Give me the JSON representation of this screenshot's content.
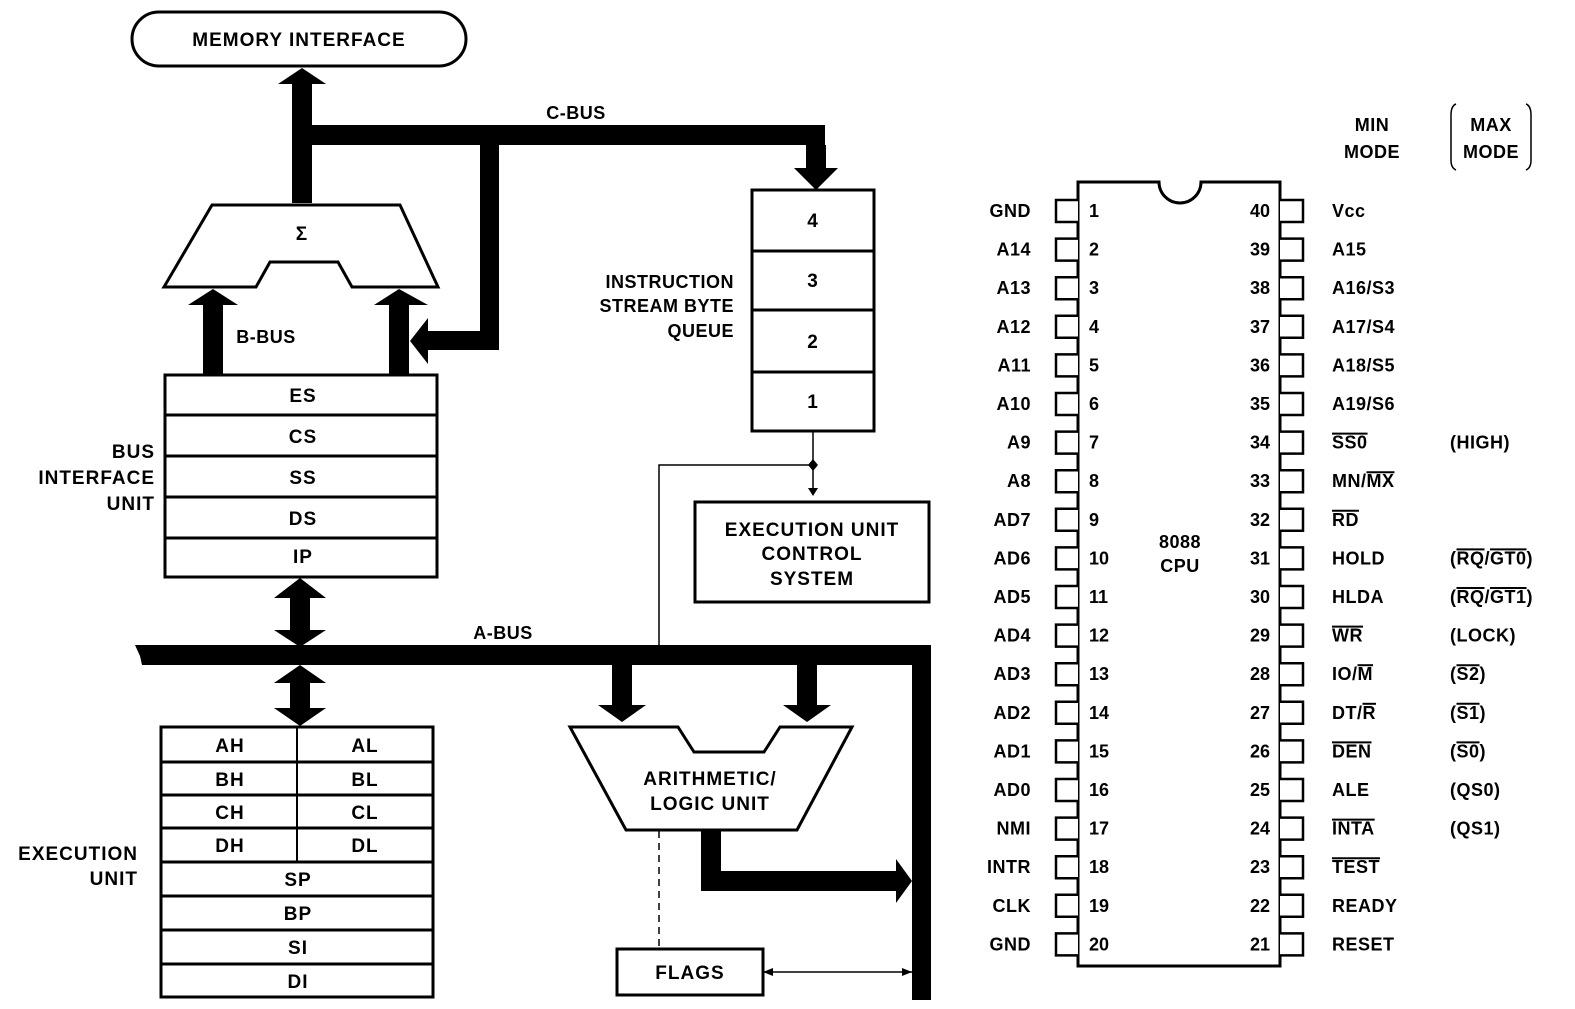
{
  "block_diagram": {
    "memory_interface": "MEMORY INTERFACE",
    "c_bus": "C-BUS",
    "b_bus": "B-BUS",
    "a_bus": "A-BUS",
    "adder_symbol": "Σ",
    "biu_label": [
      "BUS",
      "INTERFACE",
      "UNIT"
    ],
    "biu_registers": [
      "ES",
      "CS",
      "SS",
      "DS",
      "IP"
    ],
    "queue_label": [
      "INSTRUCTION",
      "STREAM BYTE",
      "QUEUE"
    ],
    "queue_slots": [
      "4",
      "3",
      "2",
      "1"
    ],
    "eu_control": [
      "EXECUTION UNIT",
      "CONTROL",
      "SYSTEM"
    ],
    "eu_label": [
      "EXECUTION",
      "UNIT"
    ],
    "eu_split_registers": [
      [
        "AH",
        "AL"
      ],
      [
        "BH",
        "BL"
      ],
      [
        "CH",
        "CL"
      ],
      [
        "DH",
        "DL"
      ]
    ],
    "eu_full_registers": [
      "SP",
      "BP",
      "SI",
      "DI"
    ],
    "alu": [
      "ARITHMETIC/",
      "LOGIC UNIT"
    ],
    "flags": "FLAGS"
  },
  "pinout": {
    "chip_label": [
      "8088",
      "CPU"
    ],
    "header_min": [
      "MIN",
      "MODE"
    ],
    "header_max": [
      "MAX",
      "MODE"
    ],
    "left_pins": [
      {
        "num": "1",
        "name": "GND"
      },
      {
        "num": "2",
        "name": "A14"
      },
      {
        "num": "3",
        "name": "A13"
      },
      {
        "num": "4",
        "name": "A12"
      },
      {
        "num": "5",
        "name": "A11"
      },
      {
        "num": "6",
        "name": "A10"
      },
      {
        "num": "7",
        "name": "A9"
      },
      {
        "num": "8",
        "name": "A8"
      },
      {
        "num": "9",
        "name": "AD7"
      },
      {
        "num": "10",
        "name": "AD6"
      },
      {
        "num": "11",
        "name": "AD5"
      },
      {
        "num": "12",
        "name": "AD4"
      },
      {
        "num": "13",
        "name": "AD3"
      },
      {
        "num": "14",
        "name": "AD2"
      },
      {
        "num": "15",
        "name": "AD1"
      },
      {
        "num": "16",
        "name": "AD0"
      },
      {
        "num": "17",
        "name": "NMI"
      },
      {
        "num": "18",
        "name": "INTR"
      },
      {
        "num": "19",
        "name": "CLK"
      },
      {
        "num": "20",
        "name": "GND"
      }
    ],
    "right_pins": [
      {
        "num": "40",
        "name": "Vcc",
        "max": ""
      },
      {
        "num": "39",
        "name": "A15",
        "max": ""
      },
      {
        "num": "38",
        "name": "A16/S3",
        "max": ""
      },
      {
        "num": "37",
        "name": "A17/S4",
        "max": ""
      },
      {
        "num": "36",
        "name": "A18/S5",
        "max": ""
      },
      {
        "num": "35",
        "name": "A19/S6",
        "max": ""
      },
      {
        "num": "34",
        "name": "SS0",
        "name_bar": "SS0",
        "max": "(HIGH)"
      },
      {
        "num": "33",
        "name": "MN/MX",
        "name_bar": "MX",
        "max": ""
      },
      {
        "num": "32",
        "name": "RD",
        "name_bar": "RD",
        "max": ""
      },
      {
        "num": "31",
        "name": "HOLD",
        "max": "(RQ/GT0)",
        "max_bar": "RQ/GT0"
      },
      {
        "num": "30",
        "name": "HLDA",
        "max": "(RQ/GT1)",
        "max_bar": "RQ/GT1"
      },
      {
        "num": "29",
        "name": "WR",
        "name_bar": "WR",
        "max": "(LOCK)"
      },
      {
        "num": "28",
        "name": "IO/M",
        "name_bar": "M",
        "max": "(S2)",
        "max_bar": "S2"
      },
      {
        "num": "27",
        "name": "DT/R",
        "name_bar": "R",
        "max": "(S1)",
        "max_bar": "S1"
      },
      {
        "num": "26",
        "name": "DEN",
        "name_bar": "DEN",
        "max": "(S0)",
        "max_bar": "S0"
      },
      {
        "num": "25",
        "name": "ALE",
        "max": "(QS0)"
      },
      {
        "num": "24",
        "name": "INTA",
        "name_bar": "INTA",
        "max": "(QS1)"
      },
      {
        "num": "23",
        "name": "TEST",
        "name_bar": "TEST",
        "max": ""
      },
      {
        "num": "22",
        "name": "READY",
        "max": ""
      },
      {
        "num": "21",
        "name": "RESET",
        "max": ""
      }
    ]
  }
}
